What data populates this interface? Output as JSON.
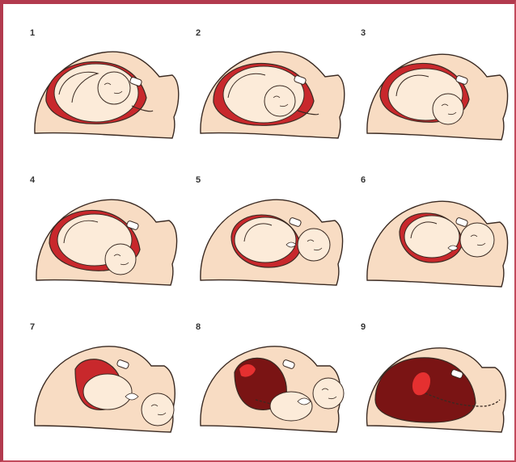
{
  "figure": {
    "panels": [
      {
        "number": "1"
      },
      {
        "number": "2"
      },
      {
        "number": "3"
      },
      {
        "number": "4"
      },
      {
        "number": "5"
      },
      {
        "number": "6"
      },
      {
        "number": "7"
      },
      {
        "number": "8"
      },
      {
        "number": "9"
      }
    ]
  },
  "colors": {
    "frame_border": "#b23a4e",
    "skin": "#f8dcc3",
    "outline": "#3a2a22",
    "uterus_red": "#c8282c",
    "uterus_dark": "#7a1414",
    "baby": "#fcebd9",
    "text": "#333333"
  }
}
